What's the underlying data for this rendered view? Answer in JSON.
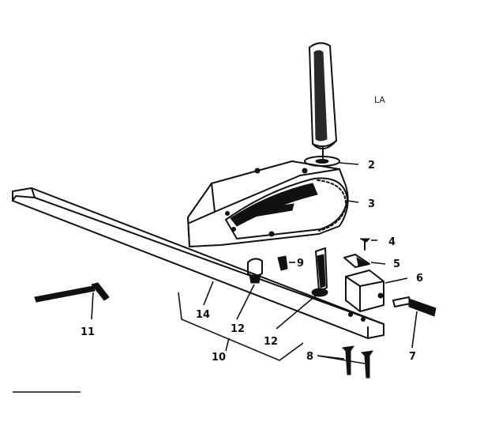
{
  "corner_mark": "LA",
  "labels": {
    "l2": "2",
    "l3": "3",
    "l4": "4",
    "l5": "5",
    "l6": "6",
    "l7": "7",
    "l8": "8",
    "l9": "9",
    "l10": "10",
    "l11": "11",
    "l12a": "12",
    "l12b": "12",
    "l14": "14"
  }
}
